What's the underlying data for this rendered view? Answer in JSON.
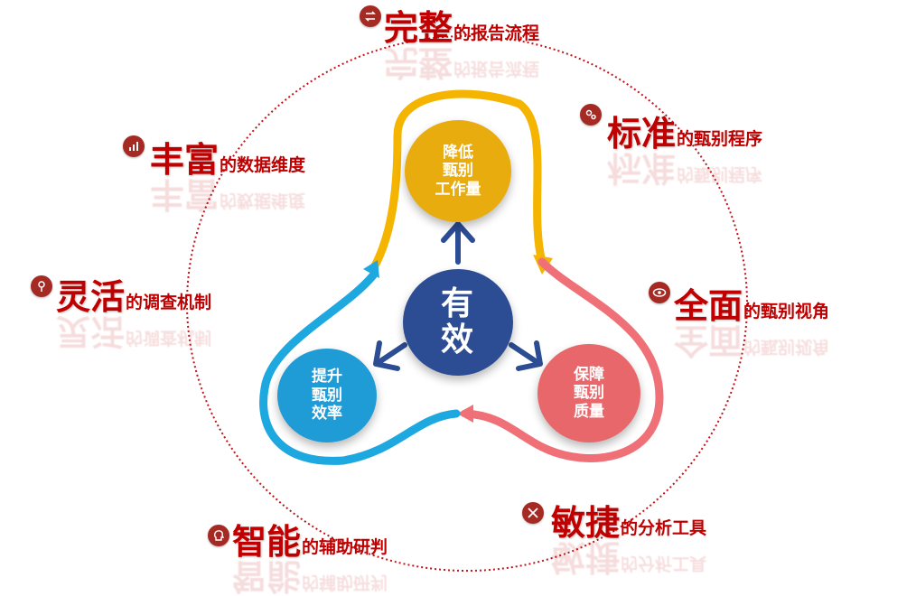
{
  "center": {
    "line1": "有",
    "line2": "效"
  },
  "nodes": {
    "top": {
      "lines": [
        "降低",
        "甄别",
        "工作量"
      ],
      "color": "#e9ac0f"
    },
    "left": {
      "lines": [
        "提升",
        "甄别",
        "效率"
      ],
      "color": "#1f9bd6"
    },
    "right": {
      "lines": [
        "保障",
        "甄别",
        "质量"
      ],
      "color": "#e8676a"
    }
  },
  "features": [
    {
      "big": "完整",
      "small": "的报告流程",
      "icon": "exchange-icon"
    },
    {
      "big": "标准",
      "small": "的甄别程序",
      "icon": "gears-icon"
    },
    {
      "big": "全面",
      "small": "的甄别视角",
      "icon": "eye-icon"
    },
    {
      "big": "敏捷",
      "small": "的分析工具",
      "icon": "tools-icon"
    },
    {
      "big": "智能",
      "small": "的辅助研判",
      "icon": "brain-head-icon"
    },
    {
      "big": "灵活",
      "small": "的调查机制",
      "icon": "magnifier-icon"
    },
    {
      "big": "丰富",
      "small": "的数据维度",
      "icon": "bar-chart-icon"
    }
  ],
  "colors": {
    "accent": "#c00000",
    "center": "#2c4c93",
    "badge": "#a52a24",
    "ring": "#c0141a"
  }
}
